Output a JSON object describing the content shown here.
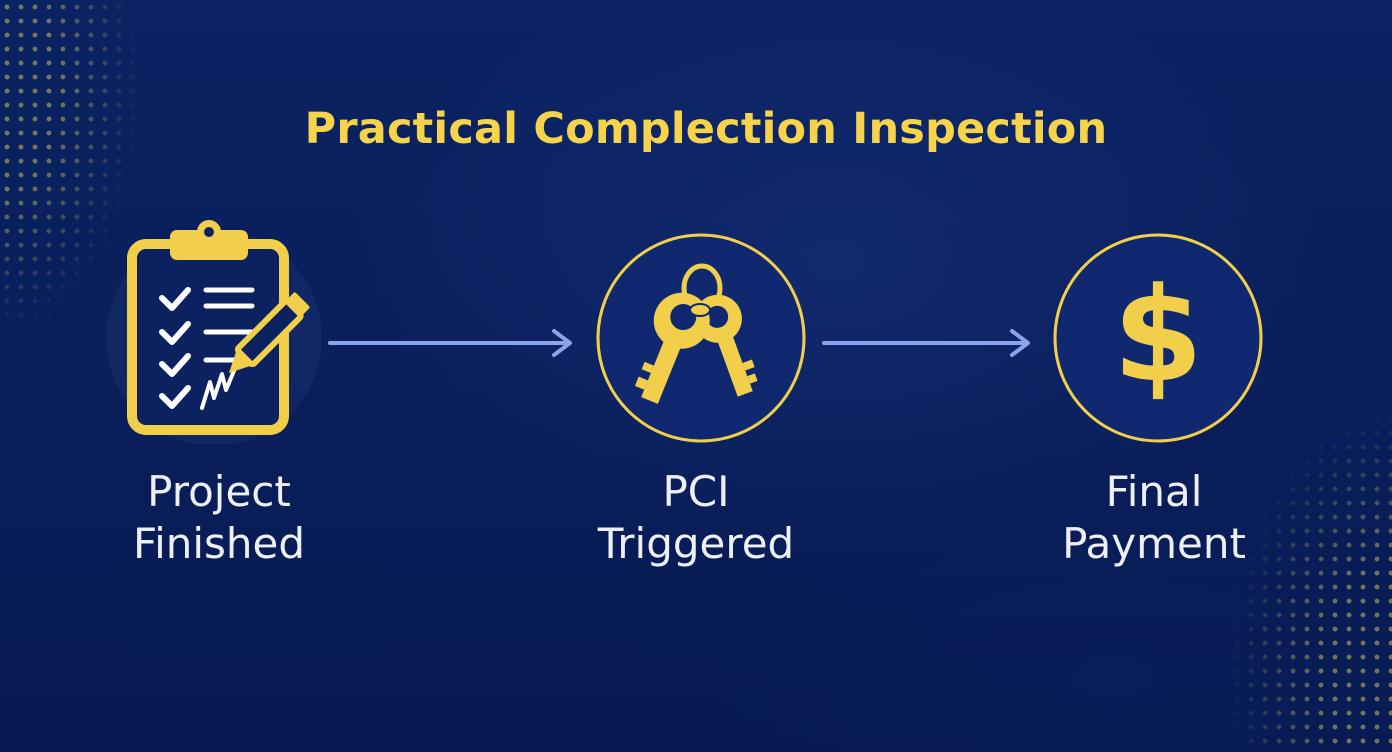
{
  "title": "Practical Complection Inspection",
  "colors": {
    "background": "#0a1f5a",
    "accent": "#f5d44c",
    "icon_fill": "#f2cf4a",
    "arrow": "#8aa4ec",
    "label_text": "#eef0f6"
  },
  "steps": [
    {
      "icon": "clipboard-checklist-icon",
      "label_line1": "Project",
      "label_line2": "Finished"
    },
    {
      "icon": "keys-icon",
      "label_line1": "PCI",
      "label_line2": "Triggered"
    },
    {
      "icon": "dollar-icon",
      "label_line1": "Final",
      "label_line2": "Payment"
    }
  ],
  "connectors": [
    "arrow-right-icon",
    "arrow-right-icon"
  ]
}
